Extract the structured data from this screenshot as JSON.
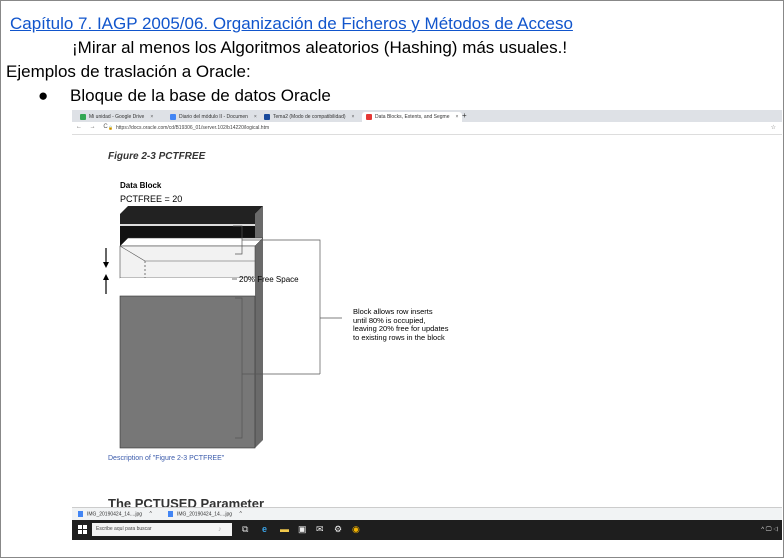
{
  "slide": {
    "title_link": "Capítulo 7. IAGP 2005/06. Organización de Ficheros y Métodos de Acceso",
    "line2": "¡Mirar al menos los Algoritmos aleatorios (Hashing) más usuales.!",
    "line3": "Ejemplos de traslación a Oracle:",
    "bullet_symbol": "●",
    "bullet_text": "Bloque de la base de datos Oracle"
  },
  "browser": {
    "tabs": [
      {
        "label": "Mi unidad - Google Drive",
        "icon": "google-drive-icon",
        "color": "#34a853"
      },
      {
        "label": "Diario del módulo II - Documen",
        "icon": "google-docs-icon",
        "color": "#4285f4"
      },
      {
        "label": "Tema2 (Modo de compatibilidad)",
        "icon": "powerpoint-icon",
        "color": "#1a4a9c"
      },
      {
        "label": "Data Blocks, Extents, and Segme",
        "icon": "oracle-icon",
        "color": "#e53935"
      }
    ],
    "tab_close_glyph": "×",
    "new_tab_glyph": "+",
    "nav_glyphs": "← → C",
    "url": "https://docs.oracle.com/cd/B19306_01/server.102/b14220/logical.htm",
    "lock_glyph": "🔒",
    "right_glyph": "☆"
  },
  "page": {
    "figure_title": "Figure 2-3 PCTFREE",
    "block_label": "Data Block",
    "pctfree_label": "PCTFREE = 20",
    "free_space_label": "20% Free Space",
    "block_note_lines": [
      "Block allows row inserts",
      "until 80% is occupied,",
      "leaving 20% free for updates",
      "to existing rows in the block"
    ],
    "description_link": "Description of \"Figure 2-3 PCTFREE\"",
    "next_heading": "The PCTUSED Parameter"
  },
  "downloads": [
    {
      "label": "IMG_20190424_14....jpg",
      "caret": "^"
    },
    {
      "label": "IMG_20190424_14....jpg",
      "caret": "^"
    }
  ],
  "taskbar": {
    "search_placeholder": "Escribe aquí para buscar",
    "icons": [
      "microphone-icon",
      "task-view-icon",
      "edge-icon",
      "file-explorer-icon",
      "store-icon",
      "mail-icon",
      "settings-icon",
      "chrome-icon"
    ],
    "tray_text": "^ 🖵 ◁"
  }
}
